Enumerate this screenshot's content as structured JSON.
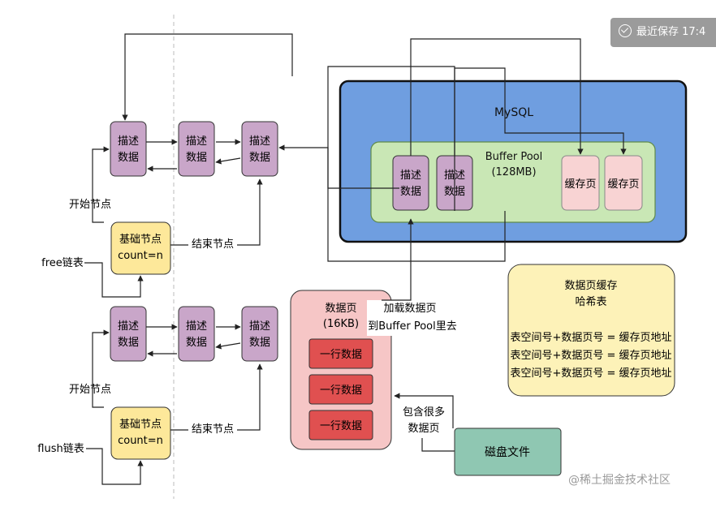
{
  "save_status": "最近保存 17:4",
  "watermark": "@稀土掘金技术社区",
  "mysql": {
    "title": "MySQL",
    "buffer_pool_title": "Buffer Pool",
    "buffer_pool_size": "(128MB)"
  },
  "descriptor": {
    "line1": "描述",
    "line2": "数据"
  },
  "cache_page": "缓存页",
  "free_list": {
    "start_node": "开始节点",
    "base_node_line1": "基础节点",
    "base_node_line2": "count=n",
    "end_node": "结束节点",
    "list_name": "free链表"
  },
  "flush_list": {
    "start_node": "开始节点",
    "base_node_line1": "基础节点",
    "base_node_line2": "count=n",
    "end_node": "结束节点",
    "list_name": "flush链表"
  },
  "data_page": {
    "title": "数据页",
    "size": "(16KB)",
    "rows": [
      "一行数据",
      "一行数据",
      "一行数据"
    ]
  },
  "load_label": {
    "line1": "加载数据页",
    "line2": "到Buffer Pool里去"
  },
  "contains_label": {
    "line1": "包含很多",
    "line2": "数据页"
  },
  "disk_file": "磁盘文件",
  "hash_table": {
    "title_line1": "数据页缓存",
    "title_line2": "哈希表",
    "entries": [
      "表空间号+数据页号 = 缓存页地址",
      "表空间号+数据页号 = 缓存页地址",
      "表空间号+数据页号 = 缓存页地址"
    ]
  }
}
